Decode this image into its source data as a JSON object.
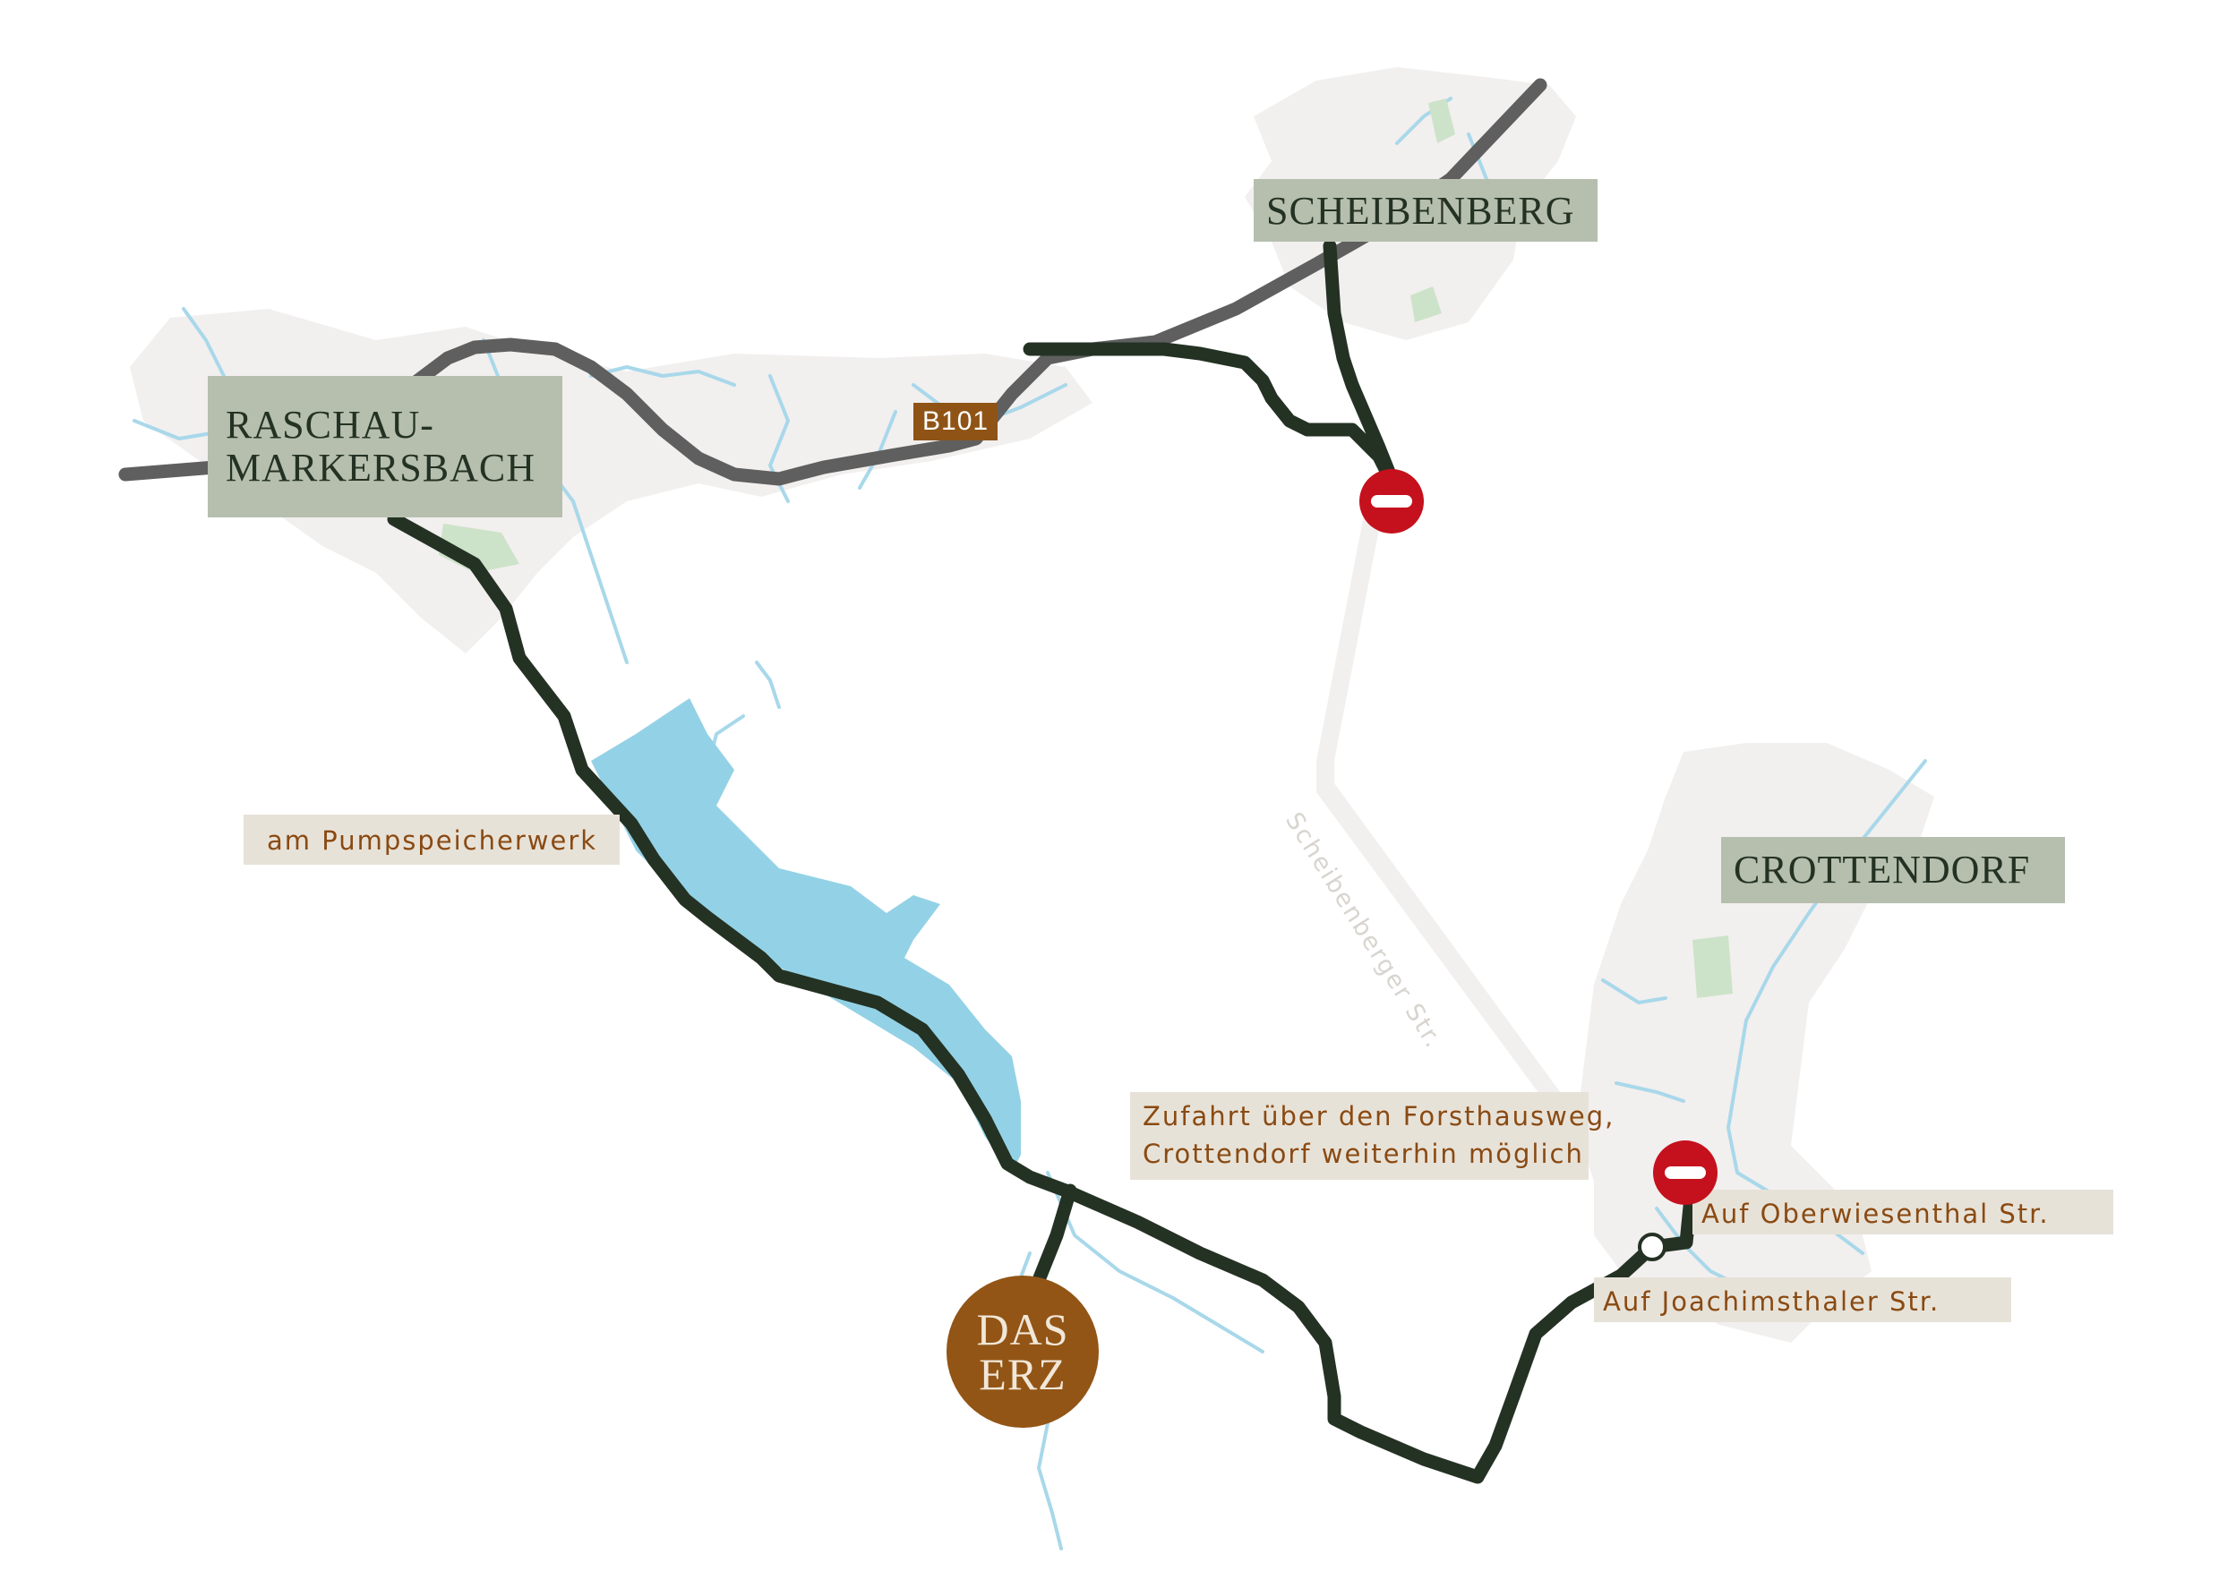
{
  "towns": {
    "raschau_line1": "RASCHAU-",
    "raschau_line2": "MARKERSBACH",
    "scheibenberg": "SCHEIBENBERG",
    "crottendorf": "CROTTENDORF"
  },
  "road_badge": "B101",
  "street_label": "Scheibenberger Str.",
  "notes": {
    "pumpspeicherwerk": "am Pumpspeicherwerk",
    "zufahrt_line1": "Zufahrt über den Forsthausweg,",
    "zufahrt_line2": "Crottendorf weiterhin möglich",
    "oberwiesenthal": "Auf Oberwiesenthal Str.",
    "joachimsthaler": "Auf Joachimsthaler Str."
  },
  "logo": {
    "line1": "DAS",
    "line2": "ERZ"
  },
  "icons": {
    "road_closed": "no-entry-icon",
    "junction": "junction-marker-icon"
  },
  "colors": {
    "route": "#243224",
    "highway": "#5f5f5f",
    "water": "#93d2e6",
    "settlement": "#f2efef",
    "stream": "#a8d8ea",
    "brand": "#925516",
    "closed": "#c5111d"
  }
}
